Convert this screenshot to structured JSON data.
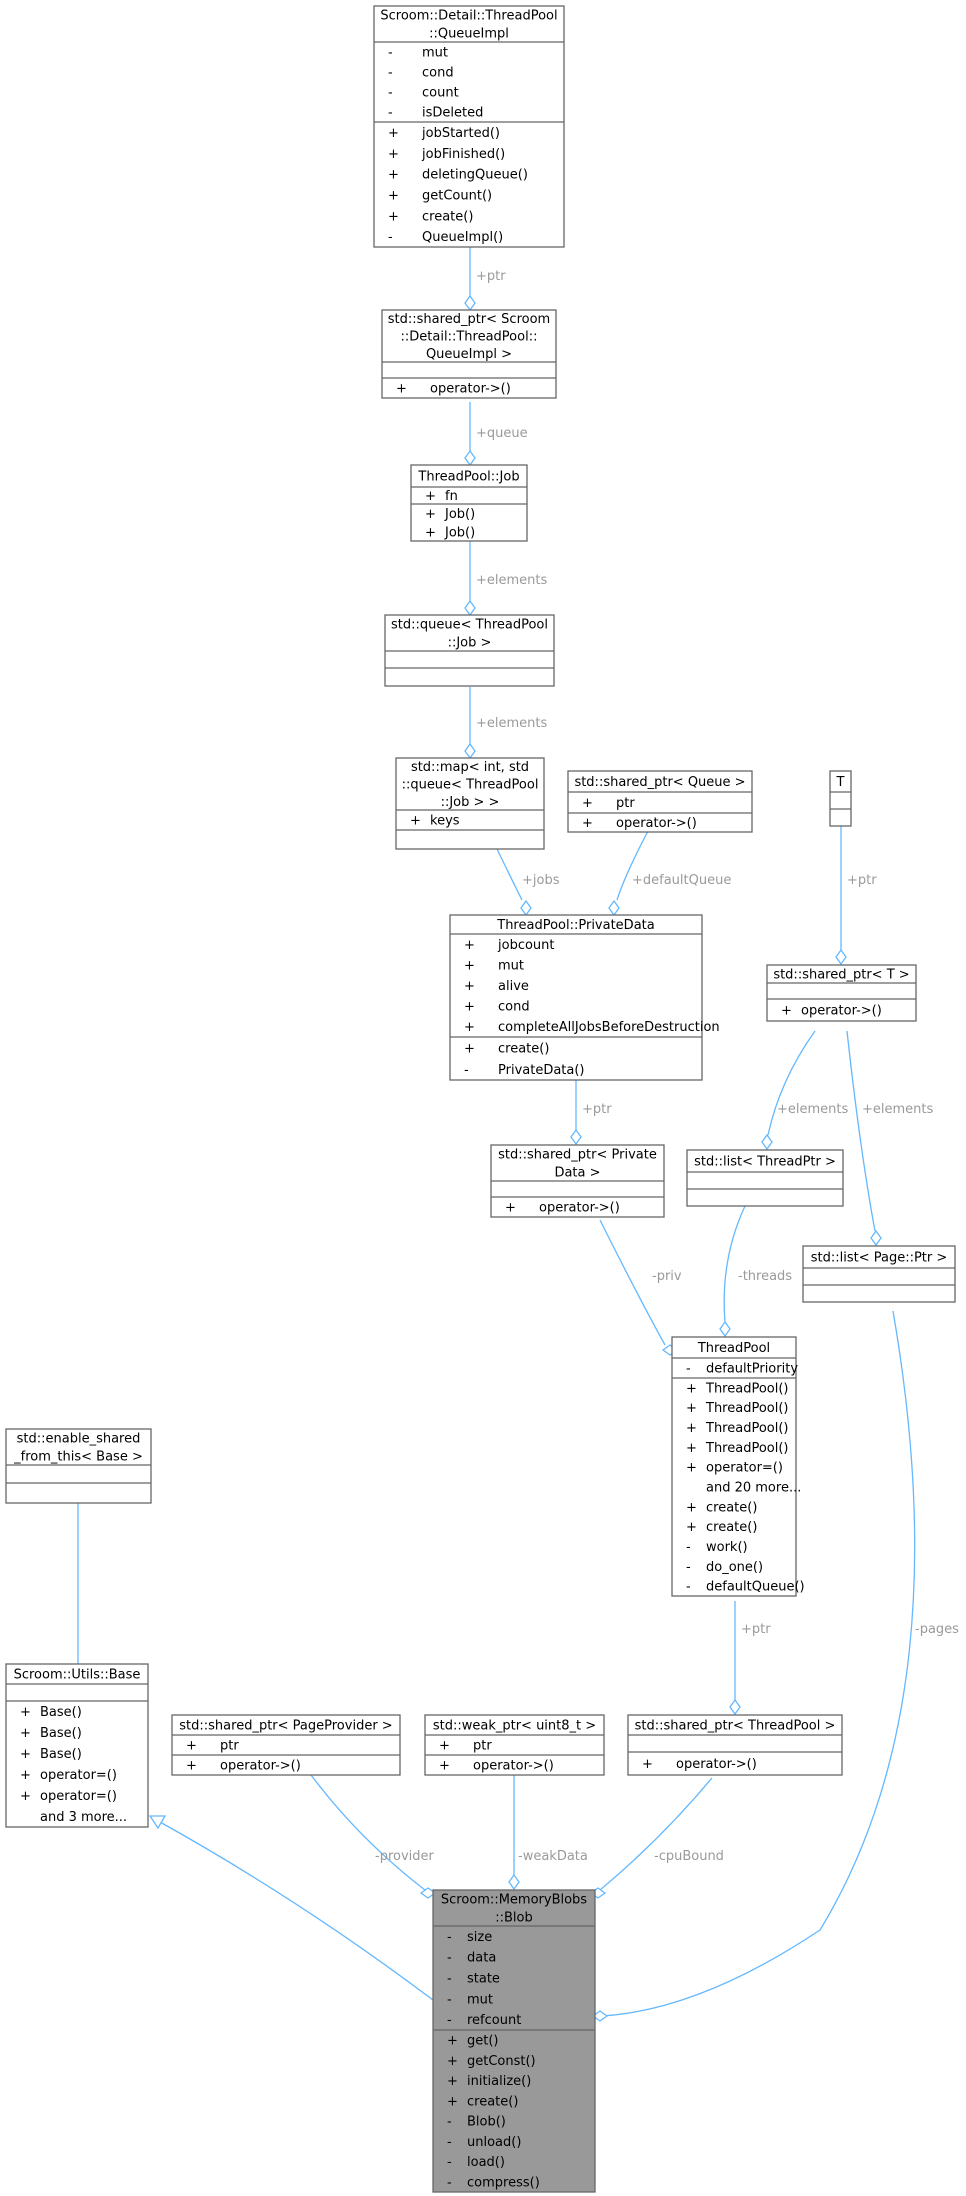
{
  "classes": [
    {
      "id": "queueimpl",
      "title": [
        "Scroom::Detail::ThreadPool",
        "::QueueImpl"
      ],
      "attributes": [
        [
          "-",
          "mut"
        ],
        [
          "-",
          "cond"
        ],
        [
          "-",
          "count"
        ],
        [
          "-",
          "isDeleted"
        ]
      ],
      "methods": [
        [
          "+",
          "jobStarted()"
        ],
        [
          "+",
          "jobFinished()"
        ],
        [
          "+",
          "deletingQueue()"
        ],
        [
          "+",
          "getCount()"
        ],
        [
          "+",
          "create()"
        ],
        [
          "-",
          "QueueImpl()"
        ]
      ]
    },
    {
      "id": "sp_queueimpl",
      "title": [
        "std::shared_ptr< Scroom",
        "::Detail::ThreadPool::",
        "QueueImpl >"
      ],
      "attributes": [],
      "methods": [
        [
          "+",
          "operator->()"
        ]
      ]
    },
    {
      "id": "job",
      "title": [
        "ThreadPool::Job"
      ],
      "attributes": [
        [
          "+",
          "fn"
        ]
      ],
      "methods": [
        [
          "+",
          "Job()"
        ],
        [
          "+",
          "Job()"
        ]
      ]
    },
    {
      "id": "queue_job",
      "title": [
        "std::queue< ThreadPool",
        "::Job >"
      ],
      "attributes": [],
      "methods": []
    },
    {
      "id": "map_queue",
      "title": [
        "std::map< int, std",
        "::queue< ThreadPool",
        "::Job > >"
      ],
      "attributes": [
        [
          "+",
          "keys"
        ]
      ],
      "methods": []
    },
    {
      "id": "sp_queue",
      "title": [
        "std::shared_ptr< Queue >"
      ],
      "attributes": [
        [
          "+",
          "ptr"
        ]
      ],
      "methods": [
        [
          "+",
          "operator->()"
        ]
      ]
    },
    {
      "id": "T",
      "title": [
        "T"
      ],
      "attributes": [],
      "methods": []
    },
    {
      "id": "privatedata",
      "title": [
        "ThreadPool::PrivateData"
      ],
      "attributes": [
        [
          "+",
          "jobcount"
        ],
        [
          "+",
          "mut"
        ],
        [
          "+",
          "alive"
        ],
        [
          "+",
          "cond"
        ],
        [
          "+",
          "completeAllJobsBeforeDestruction"
        ]
      ],
      "methods": [
        [
          "+",
          "create()"
        ],
        [
          "-",
          "PrivateData()"
        ]
      ]
    },
    {
      "id": "sp_T",
      "title": [
        "std::shared_ptr< T >"
      ],
      "attributes": [],
      "methods": [
        [
          "+",
          "operator->()"
        ]
      ]
    },
    {
      "id": "sp_privatedata",
      "title": [
        "std::shared_ptr< Private",
        "Data >"
      ],
      "attributes": [],
      "methods": [
        [
          "+",
          "operator->()"
        ]
      ]
    },
    {
      "id": "list_threadptr",
      "title": [
        "std::list< ThreadPtr >"
      ],
      "attributes": [],
      "methods": []
    },
    {
      "id": "list_pageptr",
      "title": [
        "std::list< Page::Ptr >"
      ],
      "attributes": [],
      "methods": []
    },
    {
      "id": "threadpool",
      "title": [
        "ThreadPool"
      ],
      "attributes": [
        [
          "-",
          "defaultPriority"
        ]
      ],
      "methods": [
        [
          "+",
          "ThreadPool()"
        ],
        [
          "+",
          "ThreadPool()"
        ],
        [
          "+",
          "ThreadPool()"
        ],
        [
          "+",
          "ThreadPool()"
        ],
        [
          "+",
          "operator=()"
        ],
        [
          "",
          "and 20 more..."
        ],
        [
          "+",
          "create()"
        ],
        [
          "+",
          "create()"
        ],
        [
          "-",
          "work()"
        ],
        [
          "-",
          "do_one()"
        ],
        [
          "-",
          "defaultQueue()"
        ]
      ]
    },
    {
      "id": "enable_shared",
      "title": [
        "std::enable_shared",
        "_from_this< Base >"
      ],
      "attributes": [],
      "methods": []
    },
    {
      "id": "base",
      "title": [
        "Scroom::Utils::Base"
      ],
      "attributes": [],
      "methods": [
        [
          "+",
          "Base()"
        ],
        [
          "+",
          "Base()"
        ],
        [
          "+",
          "Base()"
        ],
        [
          "+",
          "operator=()"
        ],
        [
          "+",
          "operator=()"
        ],
        [
          "",
          "and 3 more..."
        ]
      ]
    },
    {
      "id": "sp_pageprovider",
      "title": [
        "std::shared_ptr< PageProvider >"
      ],
      "attributes": [
        [
          "+",
          "ptr"
        ]
      ],
      "methods": [
        [
          "+",
          "operator->()"
        ]
      ]
    },
    {
      "id": "wp_uint8",
      "title": [
        "std::weak_ptr< uint8_t >"
      ],
      "attributes": [
        [
          "+",
          "ptr"
        ]
      ],
      "methods": [
        [
          "+",
          "operator->()"
        ]
      ]
    },
    {
      "id": "sp_threadpool",
      "title": [
        "std::shared_ptr< ThreadPool >"
      ],
      "attributes": [],
      "methods": [
        [
          "+",
          "operator->()"
        ]
      ]
    },
    {
      "id": "blob",
      "title": [
        "Scroom::MemoryBlobs",
        "::Blob"
      ],
      "attributes": [
        [
          "-",
          "size"
        ],
        [
          "-",
          "data"
        ],
        [
          "-",
          "state"
        ],
        [
          "-",
          "mut"
        ],
        [
          "-",
          "refcount"
        ]
      ],
      "methods": [
        [
          "+",
          "get()"
        ],
        [
          "+",
          "getConst()"
        ],
        [
          "+",
          "initialize()"
        ],
        [
          "+",
          "create()"
        ],
        [
          "-",
          "Blob()"
        ],
        [
          "-",
          "unload()"
        ],
        [
          "-",
          "load()"
        ],
        [
          "-",
          "compress()"
        ]
      ]
    }
  ],
  "edges": [
    {
      "id": "e_ptr_queueimpl",
      "label": "+ptr"
    },
    {
      "id": "e_queue",
      "label": "+queue"
    },
    {
      "id": "e_elements_job",
      "label": "+elements"
    },
    {
      "id": "e_elements_queue",
      "label": "+elements"
    },
    {
      "id": "e_jobs",
      "label": "+jobs"
    },
    {
      "id": "e_defaultqueue",
      "label": "+defaultQueue"
    },
    {
      "id": "e_ptr_T",
      "label": "+ptr"
    },
    {
      "id": "e_ptr_privatedata",
      "label": "+ptr"
    },
    {
      "id": "e_elements_threadptr",
      "label": "+elements"
    },
    {
      "id": "e_elements_pageptr",
      "label": "+elements"
    },
    {
      "id": "e_priv",
      "label": "-priv"
    },
    {
      "id": "e_threads",
      "label": "-threads"
    },
    {
      "id": "e_ptr_threadpool",
      "label": "+ptr"
    },
    {
      "id": "e_pages",
      "label": "-pages"
    },
    {
      "id": "e_provider",
      "label": "-provider"
    },
    {
      "id": "e_weakdata",
      "label": "-weakData"
    },
    {
      "id": "e_cpubound",
      "label": "-cpuBound"
    }
  ]
}
